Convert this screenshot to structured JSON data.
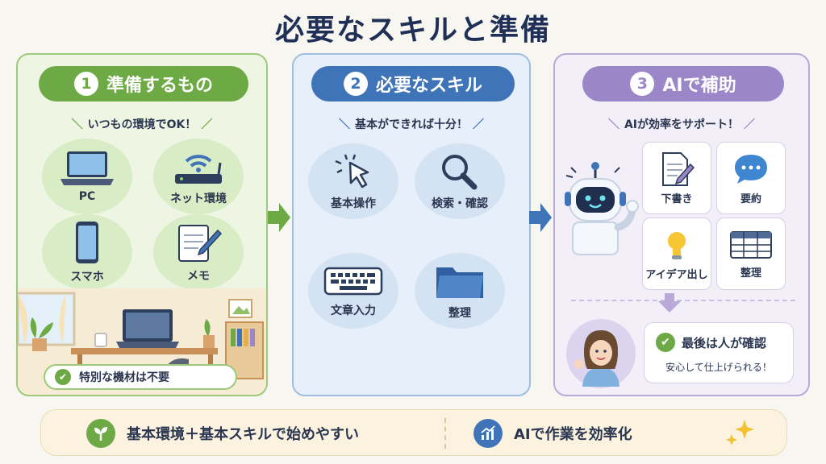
{
  "title": "必要なスキルと準備",
  "panels": [
    {
      "number": "1",
      "heading": "準備するもの",
      "subtitle": "いつもの環境でOK！",
      "items": [
        "PC",
        "ネット環境",
        "スマホ",
        "メモ"
      ],
      "note": "特別な機材は不要"
    },
    {
      "number": "2",
      "heading": "必要なスキル",
      "subtitle": "基本ができれば十分！",
      "items": [
        "基本操作",
        "検索・確認",
        "文章入力",
        "整理"
      ]
    },
    {
      "number": "3",
      "heading": "AIで補助",
      "subtitle": "AIが効率をサポート！",
      "items": [
        "下書き",
        "要約",
        "アイデア出し",
        "整理"
      ],
      "final_title": "最後は人が確認",
      "final_sub": "安心して仕上げられる！"
    }
  ],
  "bottom": {
    "left": "基本環境＋基本スキルで始めやすい",
    "right": "AIで作業を効率化"
  },
  "colors": {
    "green": "#6daa45",
    "blue": "#3f74b8",
    "purple": "#9b86c8",
    "title": "#1f2f55"
  }
}
